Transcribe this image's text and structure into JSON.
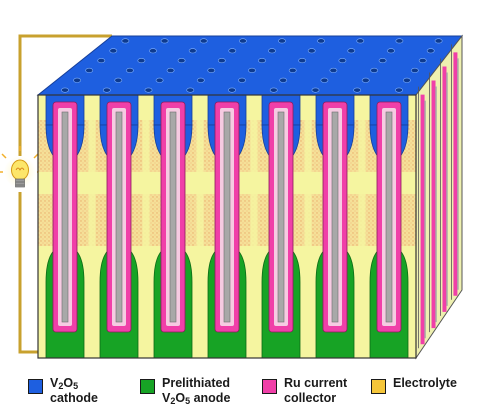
{
  "colors": {
    "cathode": "#1e5fe0",
    "anode": "#17a325",
    "current_collector": "#f03fa8",
    "electrolyte": "#f5c63a",
    "wire": "#c8a12e",
    "rod": "#a8a8a8"
  },
  "icons": {
    "bulb": "lightbulb-icon"
  },
  "legend": [
    {
      "key": "cathode",
      "line1_parts": [
        "V",
        "2",
        "O",
        "5"
      ],
      "line2": "cathode"
    },
    {
      "key": "anode",
      "line1": "Prelithiated",
      "line2_parts": [
        "V",
        "2",
        "O",
        "5",
        " anode"
      ]
    },
    {
      "key": "current_collector",
      "line1": "Ru current",
      "line2": "collector"
    },
    {
      "key": "electrolyte",
      "line1": "Electrolyte"
    }
  ]
}
